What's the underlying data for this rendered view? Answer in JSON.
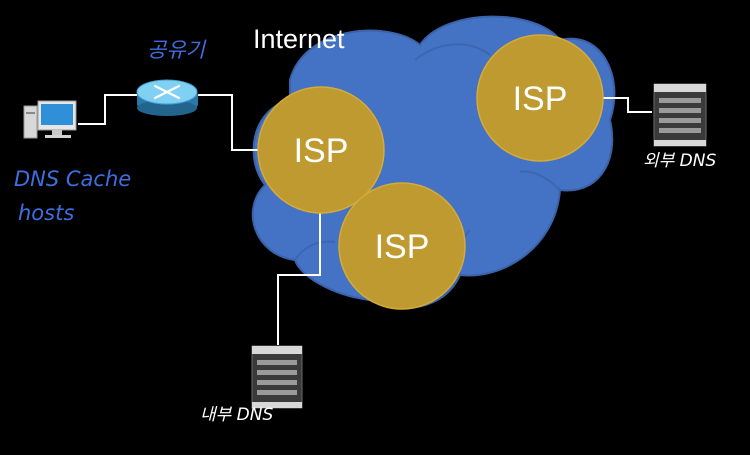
{
  "diagram": {
    "title": "Internet",
    "isp_nodes": [
      {
        "label": "ISP"
      },
      {
        "label": "ISP"
      },
      {
        "label": "ISP"
      }
    ],
    "router_label": "공유기",
    "client_labels": {
      "line1": "DNS Cache",
      "line2": "hosts"
    },
    "internal_dns_label": "내부 DNS",
    "external_dns_label": "외부 DNS"
  },
  "colors": {
    "background": "#000000",
    "cloud": "#4472c4",
    "isp": "#bf9a30",
    "line": "#ffffff",
    "handwriting_blue": "#3d6fe0"
  }
}
